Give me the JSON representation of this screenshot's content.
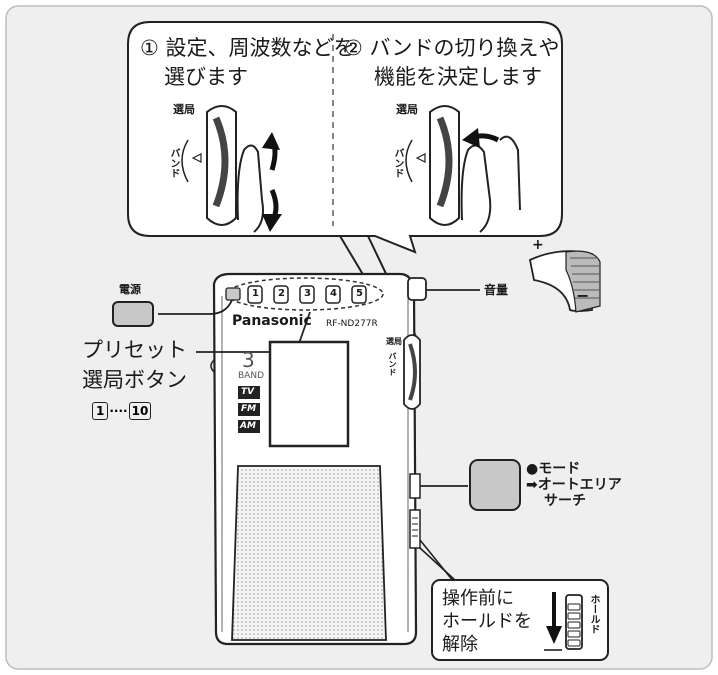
{
  "callout": {
    "step1_line1": "① 設定、周波数などを",
    "step1_line2": "選びます",
    "step2_line1": "② バンドの切り換えや",
    "step2_line2": "機能を決定します",
    "dial_top_label": "選局",
    "dial_side_label": "バンド"
  },
  "radio": {
    "brand": "Panasonic",
    "model": "RF-ND277R",
    "band_number": "3",
    "band_word": "BAND",
    "bands": [
      "TV",
      "FM",
      "AM"
    ],
    "preset_keys": [
      "1",
      "2",
      "3",
      "4",
      "5"
    ]
  },
  "labels": {
    "power": "電源",
    "volume": "音量",
    "volume_plus": "+",
    "volume_minus": "−",
    "preset_line1": "プリセット",
    "preset_line2": "選局ボタン",
    "preset_from": "1",
    "preset_dots": "····",
    "preset_to": "10",
    "side_dial_top": "選局",
    "side_dial_band": "バンド",
    "mode_line1": "●モード",
    "mode_line2": "➡オートエリア",
    "mode_line3": "サーチ",
    "hold_line1": "操作前に",
    "hold_line2": "ホールドを",
    "hold_line3": "解除",
    "hold_switch": "ホールド"
  },
  "colors": {
    "panel_bg": "#efefef",
    "panel_border": "#bdbdbd",
    "button_gray": "#c8c8c8",
    "ink": "#1a1a1a"
  }
}
